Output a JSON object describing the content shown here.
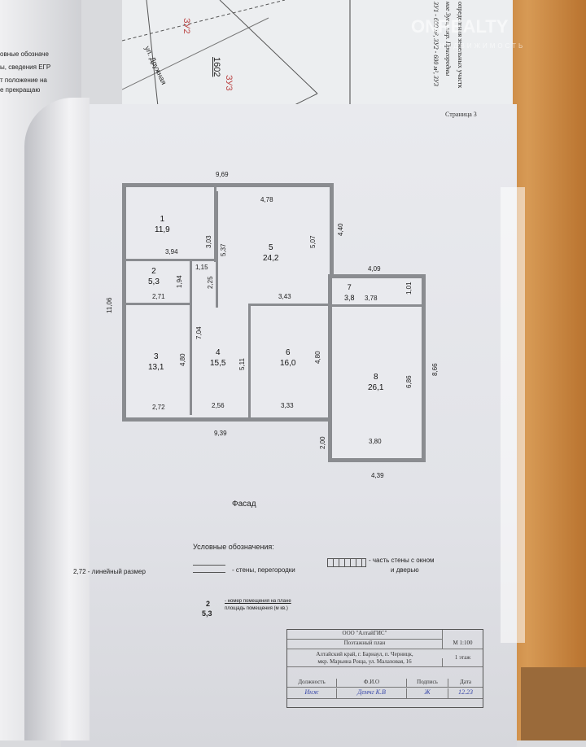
{
  "top_sheet": {
    "parcel_labels": [
      "ЗУ2",
      "ЗУ3"
    ],
    "parcel_number": "1602",
    "street": "ул. Дружная",
    "vertical_texts": [
      "определения земельных участк",
      "ние Зуев, мкр. Пригородны",
      "ЗУ1 - 600 м², ЗУ2 - 600 м², ЗУ3"
    ],
    "page_label": "Страница 3"
  },
  "watermark": {
    "brand": "ONREALTY",
    "sub": "НЕДВИЖИМОСТЬ"
  },
  "left_page_texts": [
    "овные обозначе",
    "ы, сведения ЕГР",
    "т положение на",
    "е прекращаю"
  ],
  "plan": {
    "rooms": [
      {
        "num": "1",
        "area": "11,9"
      },
      {
        "num": "2",
        "area": "5,3"
      },
      {
        "num": "3",
        "area": "13,1"
      },
      {
        "num": "4",
        "area": "15,5"
      },
      {
        "num": "5",
        "area": "24,2"
      },
      {
        "num": "6",
        "area": "16,0"
      },
      {
        "num": "7",
        "area": "3,8"
      },
      {
        "num": "8",
        "area": "26,1"
      }
    ],
    "dims": [
      "9,69",
      "4,78",
      "3,03",
      "3,94",
      "5,37",
      "5,07",
      "4,40",
      "1,15",
      "1,94",
      "2,25",
      "2,71",
      "11,06",
      "3,43",
      "4,09",
      "1,01",
      "3,78",
      "7,04",
      "4,80",
      "5,11",
      "4,80",
      "6,86",
      "8,66",
      "2,72",
      "2,56",
      "3,33",
      "9,39",
      "2,00",
      "3,80",
      "4,39"
    ],
    "facade": "Фасад"
  },
  "legend": {
    "title": "Условные обозначения:",
    "linear": "2,72 - линейный размер",
    "walls": "- стены, перегородки",
    "window_door": "- часть стены с окном",
    "window_door2": "и дверью",
    "sample_num": "2",
    "sample_area": "5,3",
    "room_num_desc": "- номер помещения на плане",
    "room_area_desc": "площадь помещения (м кв.)"
  },
  "title_block": {
    "company": "ООО \"АлтайГИС\"",
    "plan_title": "Поэтажный план",
    "scale": "М 1:100",
    "address1": "Алтайский край, г. Барнаул, п. Черницк,",
    "address2": "мкр. Марьина Роща, ул. Малаховая, 16",
    "floor": "1 этаж",
    "headers": [
      "Должность",
      "Ф.И.О",
      "Подпись",
      "Дата"
    ],
    "values": [
      "Инж",
      "Демчг К.В",
      "Ж",
      "12.23"
    ]
  }
}
